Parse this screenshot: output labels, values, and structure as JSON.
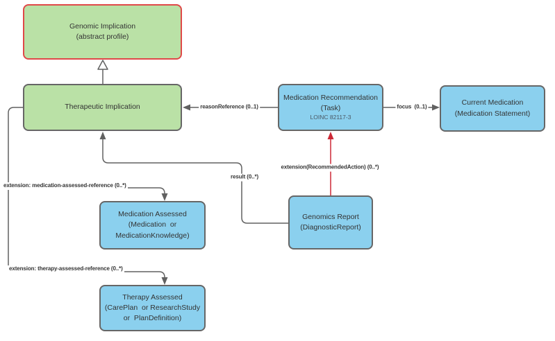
{
  "diagram": {
    "nodes": {
      "genomic_implication": {
        "line1": "Genomic Implication",
        "line2": "(abstract profile)"
      },
      "therapeutic_implication": {
        "line1": "Therapeutic Implication"
      },
      "medication_recommendation": {
        "line1": "Medication Recommendation",
        "line2": "(Task)",
        "line3": "LOINC 82117-3"
      },
      "current_medication": {
        "line1": "Current Medication",
        "line2": "(Medication Statement)"
      },
      "medication_assessed": {
        "line1": "Medication Assessed",
        "line2": "(Medication  or",
        "line3": "MedicationKnowledge)"
      },
      "therapy_assessed": {
        "line1": "Therapy Assessed",
        "line2": "(CarePlan  or ResearchStudy",
        "line3": "or  PlanDefinition)"
      },
      "genomics_report": {
        "line1": "Genomics Report",
        "line2": "(DiagnosticReport)"
      }
    },
    "edges": {
      "reason_reference": {
        "label": "reasonReference (0..1)"
      },
      "focus": {
        "label": "focus  (0..1)"
      },
      "recommended_action": {
        "label": "extension(RecommendedAction) (0..*)"
      },
      "result": {
        "label": "result (0..*)"
      },
      "medication_assessed_extension": {
        "label": "extension: medication-assessed-reference (0..*)"
      },
      "therapy_assessed_extension": {
        "label": "extension: therapy-assessed-reference (0..*)"
      }
    },
    "colors": {
      "node_green": "#bae1a6",
      "node_blue": "#8bd0ee",
      "abstract_border_red": "#e04848",
      "node_border_gray": "#666666",
      "edge_gray": "#616161",
      "edge_red": "#cc2936",
      "text": "#333333"
    }
  }
}
